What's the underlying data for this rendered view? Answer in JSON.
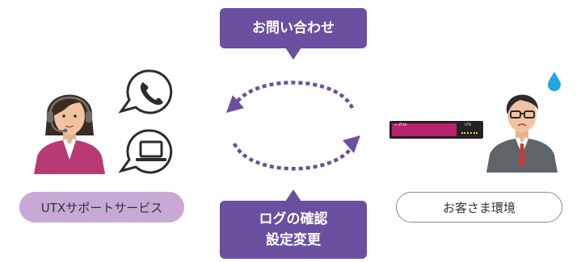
{
  "support_label": "UTXサポートサービス",
  "customer_label": "お客さま環境",
  "inquiry_label": "お問い合わせ",
  "log_check_lines": [
    "ログの確認",
    "設定変更"
  ],
  "device": {
    "brand_text": "≡ UTXA",
    "model_text": "UTX"
  },
  "colors": {
    "purple": "#6b4fa0",
    "support_pill": "#c8a8d6",
    "device_magenta": "#b8236b",
    "operator_shirt": "#b83a72",
    "sweat_drop": "#1fa7e0"
  },
  "icons": [
    "operator-icon",
    "phone-icon",
    "laptop-icon",
    "appliance-icon",
    "worried-customer-icon",
    "sweat-drop-icon",
    "cycle-arrows-icon"
  ]
}
